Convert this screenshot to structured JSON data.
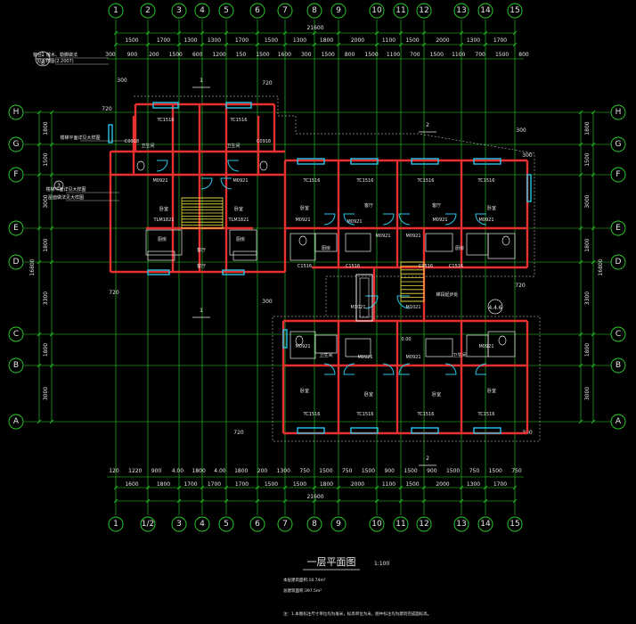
{
  "drawing": {
    "title": "一层平面图",
    "scale": "1:100",
    "area_lines": [
      "本层建筑面积:10.74m²",
      "总建筑面积:397.5m²"
    ],
    "note": "注：1.本图标注尺寸单位均为毫米，标高单位为米，图中标注均为建筑完成面标高。"
  },
  "axes_top": [
    "1",
    "2",
    "3",
    "4",
    "5",
    "6",
    "7",
    "8",
    "9",
    "10",
    "11",
    "12",
    "13",
    "14",
    "15"
  ],
  "axes_bottom": [
    "1",
    "1/2",
    "3",
    "4",
    "5",
    "6",
    "7",
    "8",
    "9",
    "10",
    "11",
    "12",
    "13",
    "14",
    "15"
  ],
  "axes_rows": [
    "H",
    "G",
    "F",
    "E",
    "D",
    "C",
    "B",
    "A"
  ],
  "dims": {
    "top_total": "21600",
    "bottom_total": "21600",
    "top_row1": [
      "1500",
      "1700",
      "1300",
      "1300",
      "1700",
      "1500",
      "1300",
      "1800",
      "2000",
      "1100",
      "1500",
      "2000",
      "1300",
      "1700"
    ],
    "top_row2": [
      "300",
      "900",
      "200",
      "1500",
      "600",
      "1200",
      "150",
      "1500",
      "1600",
      "300",
      "1500",
      "800",
      "1500",
      "1100",
      "700",
      "1500",
      "1100",
      "700",
      "1500",
      "800"
    ],
    "bottom_row1": [
      "120",
      "1220",
      "900",
      "4.00",
      "1800",
      "4.00",
      "1800",
      "200",
      "1300",
      "750",
      "1500",
      "750",
      "1500",
      "900",
      "1500",
      "900",
      "1500",
      "750",
      "1500",
      "750"
    ],
    "bottom_row2": [
      "1600",
      "1800",
      "1700",
      "1700",
      "1700",
      "1500",
      "1500",
      "1800",
      "2000",
      "1100",
      "1500",
      "2000",
      "1300",
      "1700"
    ],
    "left_total": "16800",
    "right_total": "16800",
    "left_side": [
      "1800",
      "1500",
      "3000",
      "1800",
      "3300",
      "1800",
      "3000"
    ],
    "right_side": [
      "1800",
      "1500",
      "3000",
      "1800",
      "3300",
      "1800",
      "3000"
    ],
    "small": [
      "300",
      "720",
      "720",
      "300",
      "300",
      "720",
      "300",
      "720",
      "720",
      "300"
    ]
  },
  "section_marks": [
    "1",
    "1",
    "2",
    "2"
  ],
  "callouts": [
    "1",
    "B",
    "3",
    "3"
  ],
  "leader_notes": [
    "窗台、散水、勒脚做法",
    "见大样图(2.2007)",
    "楼梯平面详见大样图",
    "楼梯平面详见大样图",
    "屋面做法见大样图"
  ],
  "elevation_mark": "4.4.6",
  "stair_note": "梯段起步处",
  "level_mark": "0.00",
  "rooms": [
    "卫生间",
    "卫生间",
    "厨房",
    "厨房",
    "卧室",
    "卧室",
    "客厅",
    "客厅",
    "卧室",
    "卧室",
    "卧室",
    "卧室",
    "客厅",
    "客厅",
    "卧室",
    "卧室",
    "厨房",
    "厨房",
    "卫生间",
    "卫生间"
  ],
  "codes": {
    "windows": [
      "TC1516",
      "TC1516",
      "C0918",
      "C0918",
      "TC1516",
      "TC1516",
      "TC1516",
      "TC1516",
      "TLM1821",
      "TLM1821",
      "C1516",
      "C1516",
      "C1516",
      "C1516",
      "TC1516",
      "TC1516",
      "TC1516",
      "TC1516"
    ],
    "doors": [
      "M0921",
      "M0921",
      "M0921",
      "M0921",
      "M0921",
      "M0921",
      "M0921",
      "M0921",
      "M0921",
      "M0921",
      "M0921",
      "M0921",
      "M1021",
      "M1021"
    ]
  },
  "colors": {
    "background": "#000000",
    "grid": "#2bd62b",
    "wall": "#e83030",
    "window": "#29c5e6",
    "text": "#e8e8e8",
    "dim": "#2bd62b",
    "fixture": "#e8e8e8",
    "stair": "#f0e040"
  }
}
